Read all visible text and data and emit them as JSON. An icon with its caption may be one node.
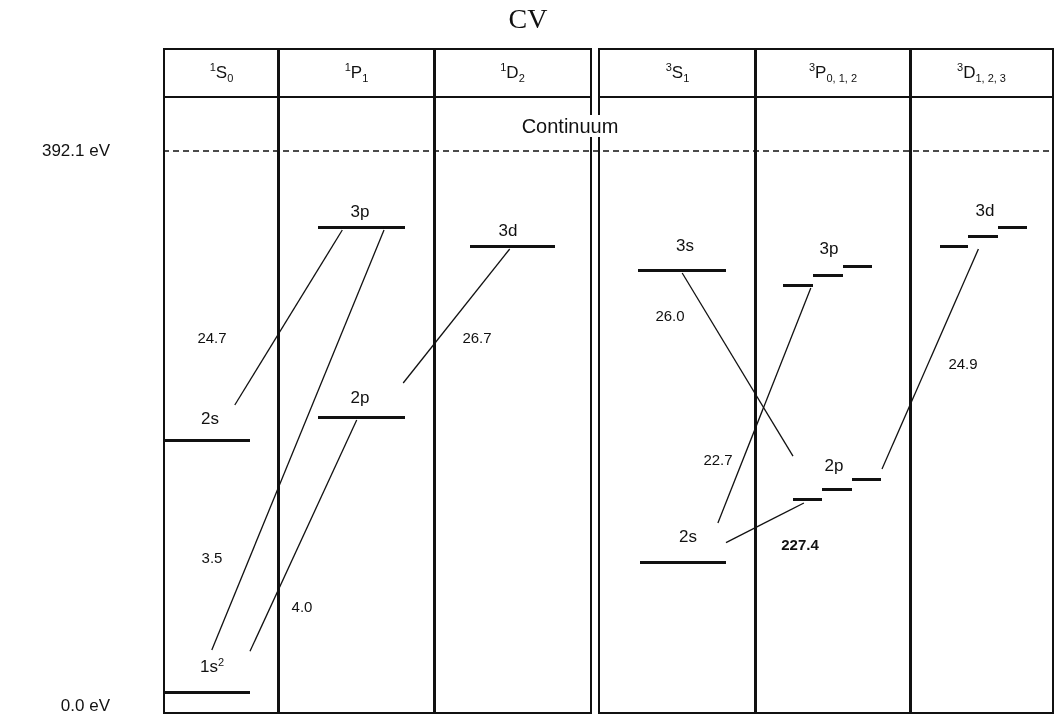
{
  "diagram": {
    "title": "CV",
    "nodes": [
      {
        "text": [
          "$^{1}$S$_{0}$"
        ]
      },
      {
        "text": [
          "$^{1}$P$_{1}$"
        ]
      },
      {
        "text": [
          "$^{1}$D$_{2}$"
        ]
      },
      {
        "text": [
          "$^{3}$S$_{1}$"
        ]
      },
      {
        "text": [
          "$^{3}$P$_{0, 1, 2}$"
        ]
      },
      {
        "text": [
          "$^{3}$D$_{1, 2, 3}$"
        ]
      },
      {
        "text": [
          "2s"
        ],
        "in": 0
      },
      {
        "text": [
          "1s$^{2}$"
        ],
        "in": 0
      },
      {
        "text": [
          "3p"
        ],
        "in": 1
      },
      {
        "text": [
          "2p"
        ],
        "in": 1
      },
      {
        "text": [
          "3d"
        ],
        "in": 2
      },
      {
        "text": [
          "3s"
        ],
        "in": 3
      },
      {
        "text": [
          "2s"
        ],
        "in": 3
      },
      {
        "text": [
          "3p"
        ],
        "in": 4
      },
      {
        "text": [
          "2p"
        ],
        "in": 4
      },
      {
        "text": [
          "3d"
        ],
        "in": 5
      }
    ],
    "edges": [
      {
        "from": 6,
        "to": 8,
        "arrow": "none",
        "label": "24.7"
      },
      {
        "from": 7,
        "to": 8,
        "arrow": "none",
        "label": "3.5"
      },
      {
        "from": 7,
        "to": 9,
        "arrow": "none",
        "label": "4.0"
      },
      {
        "from": 9,
        "to": 10,
        "arrow": "none",
        "label": "26.7"
      },
      {
        "from": 11,
        "to": 14,
        "arrow": "none",
        "label": "26.0"
      },
      {
        "from": 12,
        "to": 13,
        "arrow": "none",
        "label": "22.7"
      },
      {
        "from": 12,
        "to": 14,
        "arrow": "none",
        "label": "227.4"
      },
      {
        "from": 14,
        "to": 15,
        "arrow": "none",
        "label": "24.9"
      }
    ],
    "labels": [
      "Continuum",
      "392.1 eV",
      "0.0 eV"
    ]
  }
}
